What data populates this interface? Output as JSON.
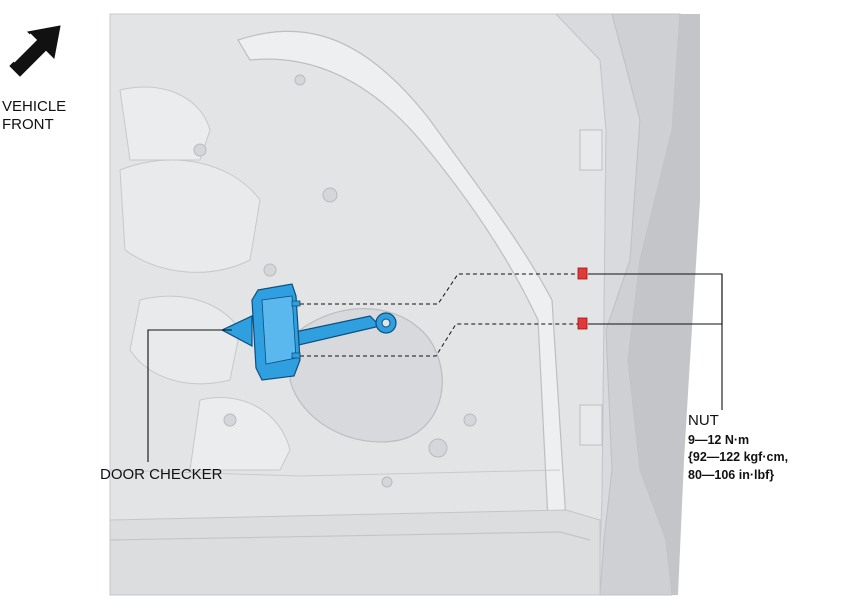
{
  "vehicle_front": {
    "line1": "VEHICLE",
    "line2": "FRONT"
  },
  "door_checker": {
    "label": "DOOR CHECKER"
  },
  "nut": {
    "label": "NUT",
    "spec_line1": "9—12 N·m",
    "spec_line2": "{92—122 kgf·cm,",
    "spec_line3": "80—106 in·lbf}"
  },
  "colors": {
    "part_highlight": "#2f9fe0",
    "nut_highlight": "#e23a3a",
    "door_panel": "#e4e5e7",
    "leader_line": "#111111"
  }
}
